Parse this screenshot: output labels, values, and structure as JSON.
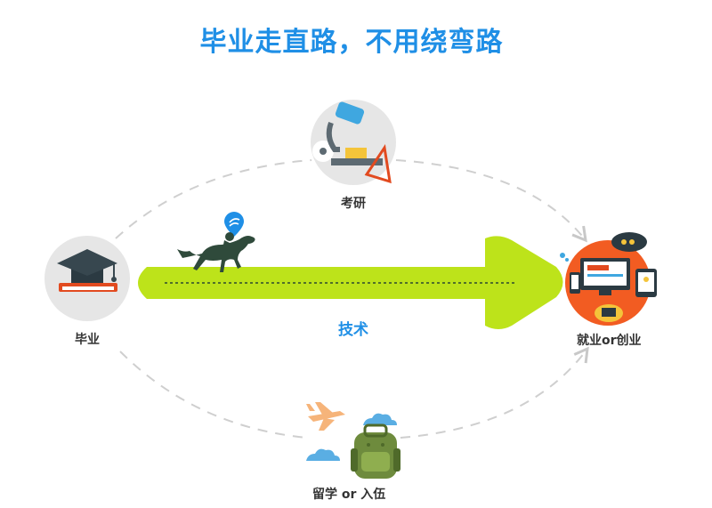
{
  "title": "毕业走直路，不用绕弯路",
  "nodes": {
    "graduation": "毕业",
    "postgrad": "考研",
    "employment": "就业or创业",
    "abroad": "留学 or 入伍"
  },
  "arrow_label": "技术",
  "colors": {
    "title": "#1f8fe6",
    "arrow": "#bde31a",
    "circle_bg": "#e6e6e6",
    "job_circle": "#f25c22",
    "dashed": "#cccccc"
  }
}
